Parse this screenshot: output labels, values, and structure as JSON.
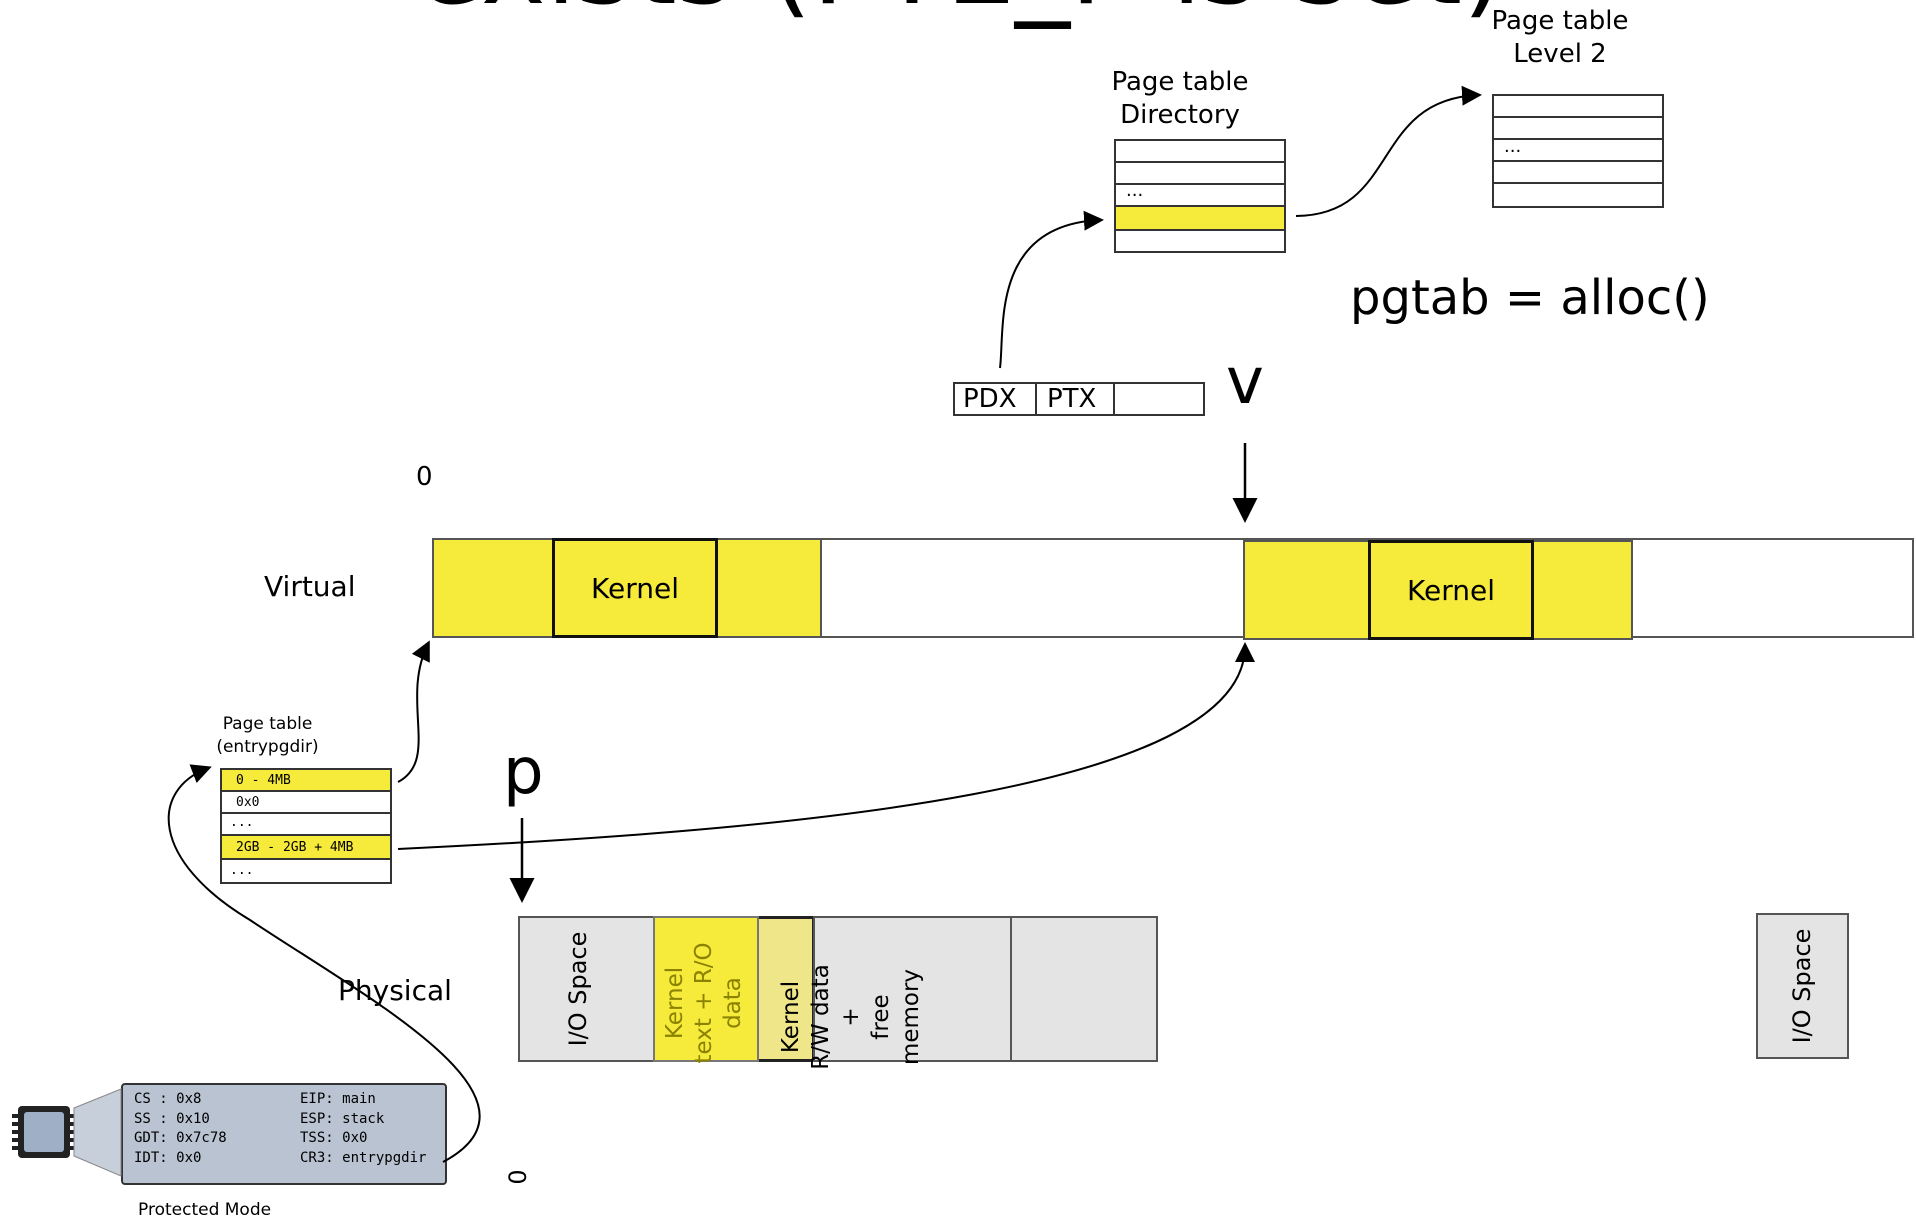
{
  "title_fragment": "exists (PTE_P is set)",
  "pgdir": {
    "title_line1": "Page table",
    "title_line2": "Directory",
    "dots": "..."
  },
  "pgtab": {
    "title_line1": "Page table",
    "title_line2": "Level 2",
    "dots": "..."
  },
  "alloc_text": "pgtab = alloc()",
  "address": {
    "pdx": "PDX",
    "ptx": "PTX",
    "v_label": "v"
  },
  "virtual": {
    "zero": "0",
    "label": "Virtual",
    "kernel1": "Kernel",
    "kernel2": "Kernel"
  },
  "entrypgdir": {
    "title_line1": "Page table",
    "title_line2": "(entrypgdir)",
    "rows": [
      "0 - 4MB",
      "0x0",
      "...",
      "2GB - 2GB + 4MB",
      "..."
    ]
  },
  "physical": {
    "p_label": "p",
    "label": "Physical",
    "zero": "0",
    "io1": "I/O Space",
    "kernel_text_line1": "Kernel",
    "kernel_text_line2": "text + R/O",
    "kernel_text_line3": "data",
    "kernel_rw_line1": "Kernel",
    "kernel_rw_line2": "R/W data",
    "kernel_rw_line3": "+",
    "kernel_rw_line4": "free",
    "kernel_rw_line5": "memory",
    "io2": "I/O Space"
  },
  "cpu": {
    "mode_label": "Protected Mode",
    "regs_left": [
      "CS : 0x8",
      "SS : 0x10",
      "GDT: 0x7c78",
      "IDT: 0x0"
    ],
    "regs_right": [
      "EIP: main",
      "ESP: stack",
      "TSS: 0x0",
      "CR3: entrypgdir"
    ]
  },
  "colors": {
    "yellow": "#f6ea3b",
    "pale_yellow": "#efe68a",
    "gray": "#e4e4e4",
    "panel": "#b9c3d1"
  }
}
